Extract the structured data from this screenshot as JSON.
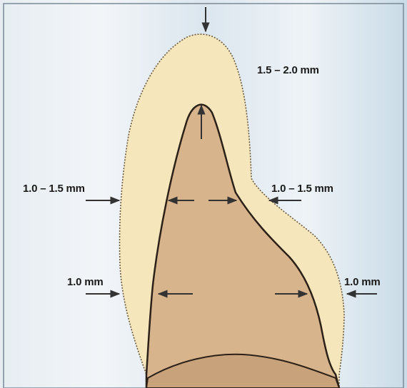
{
  "labels": {
    "incisal": "1.5 – 2.0 mm",
    "left_upper": "1.0 – 1.5 mm",
    "right_upper": "1.0 – 1.5 mm",
    "left_lower": "1.0 mm",
    "right_lower": "1.0 mm"
  },
  "colors": {
    "background": "#dfe8ee",
    "crown_reduction_zone": "#f6e6bc",
    "prepared_tooth": "#d8b48c",
    "outline": "#2b2118",
    "arrow": "#333333"
  }
}
